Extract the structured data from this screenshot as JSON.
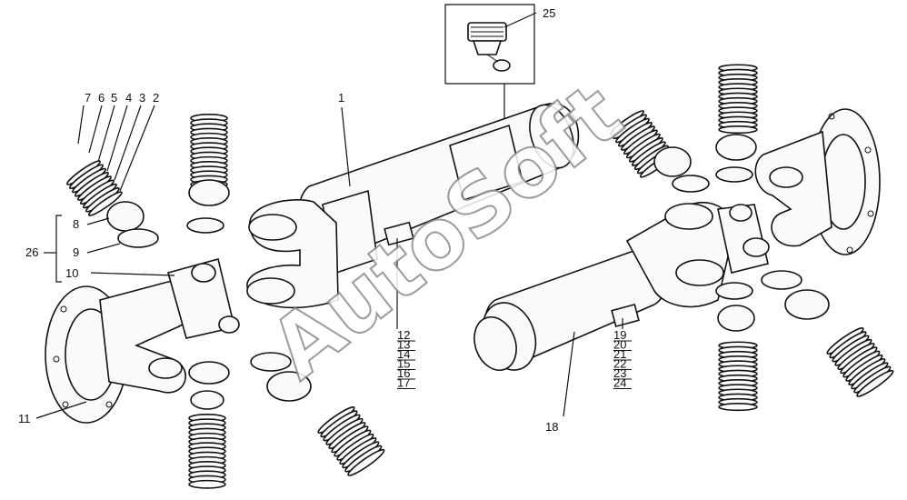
{
  "diagram": {
    "watermark": "AutoSoft",
    "part_labels": {
      "p1": "1",
      "p2": "2",
      "p3": "3",
      "p4": "4",
      "p5": "5",
      "p6": "6",
      "p7": "7",
      "p8": "8",
      "p9": "9",
      "p10": "10",
      "p11": "11",
      "p18": "18",
      "p25": "25",
      "p26": "26"
    },
    "group_left": [
      "12",
      "13",
      "14",
      "15",
      "16",
      "17"
    ],
    "group_right": [
      "19",
      "20",
      "21",
      "22",
      "23",
      "24"
    ]
  }
}
